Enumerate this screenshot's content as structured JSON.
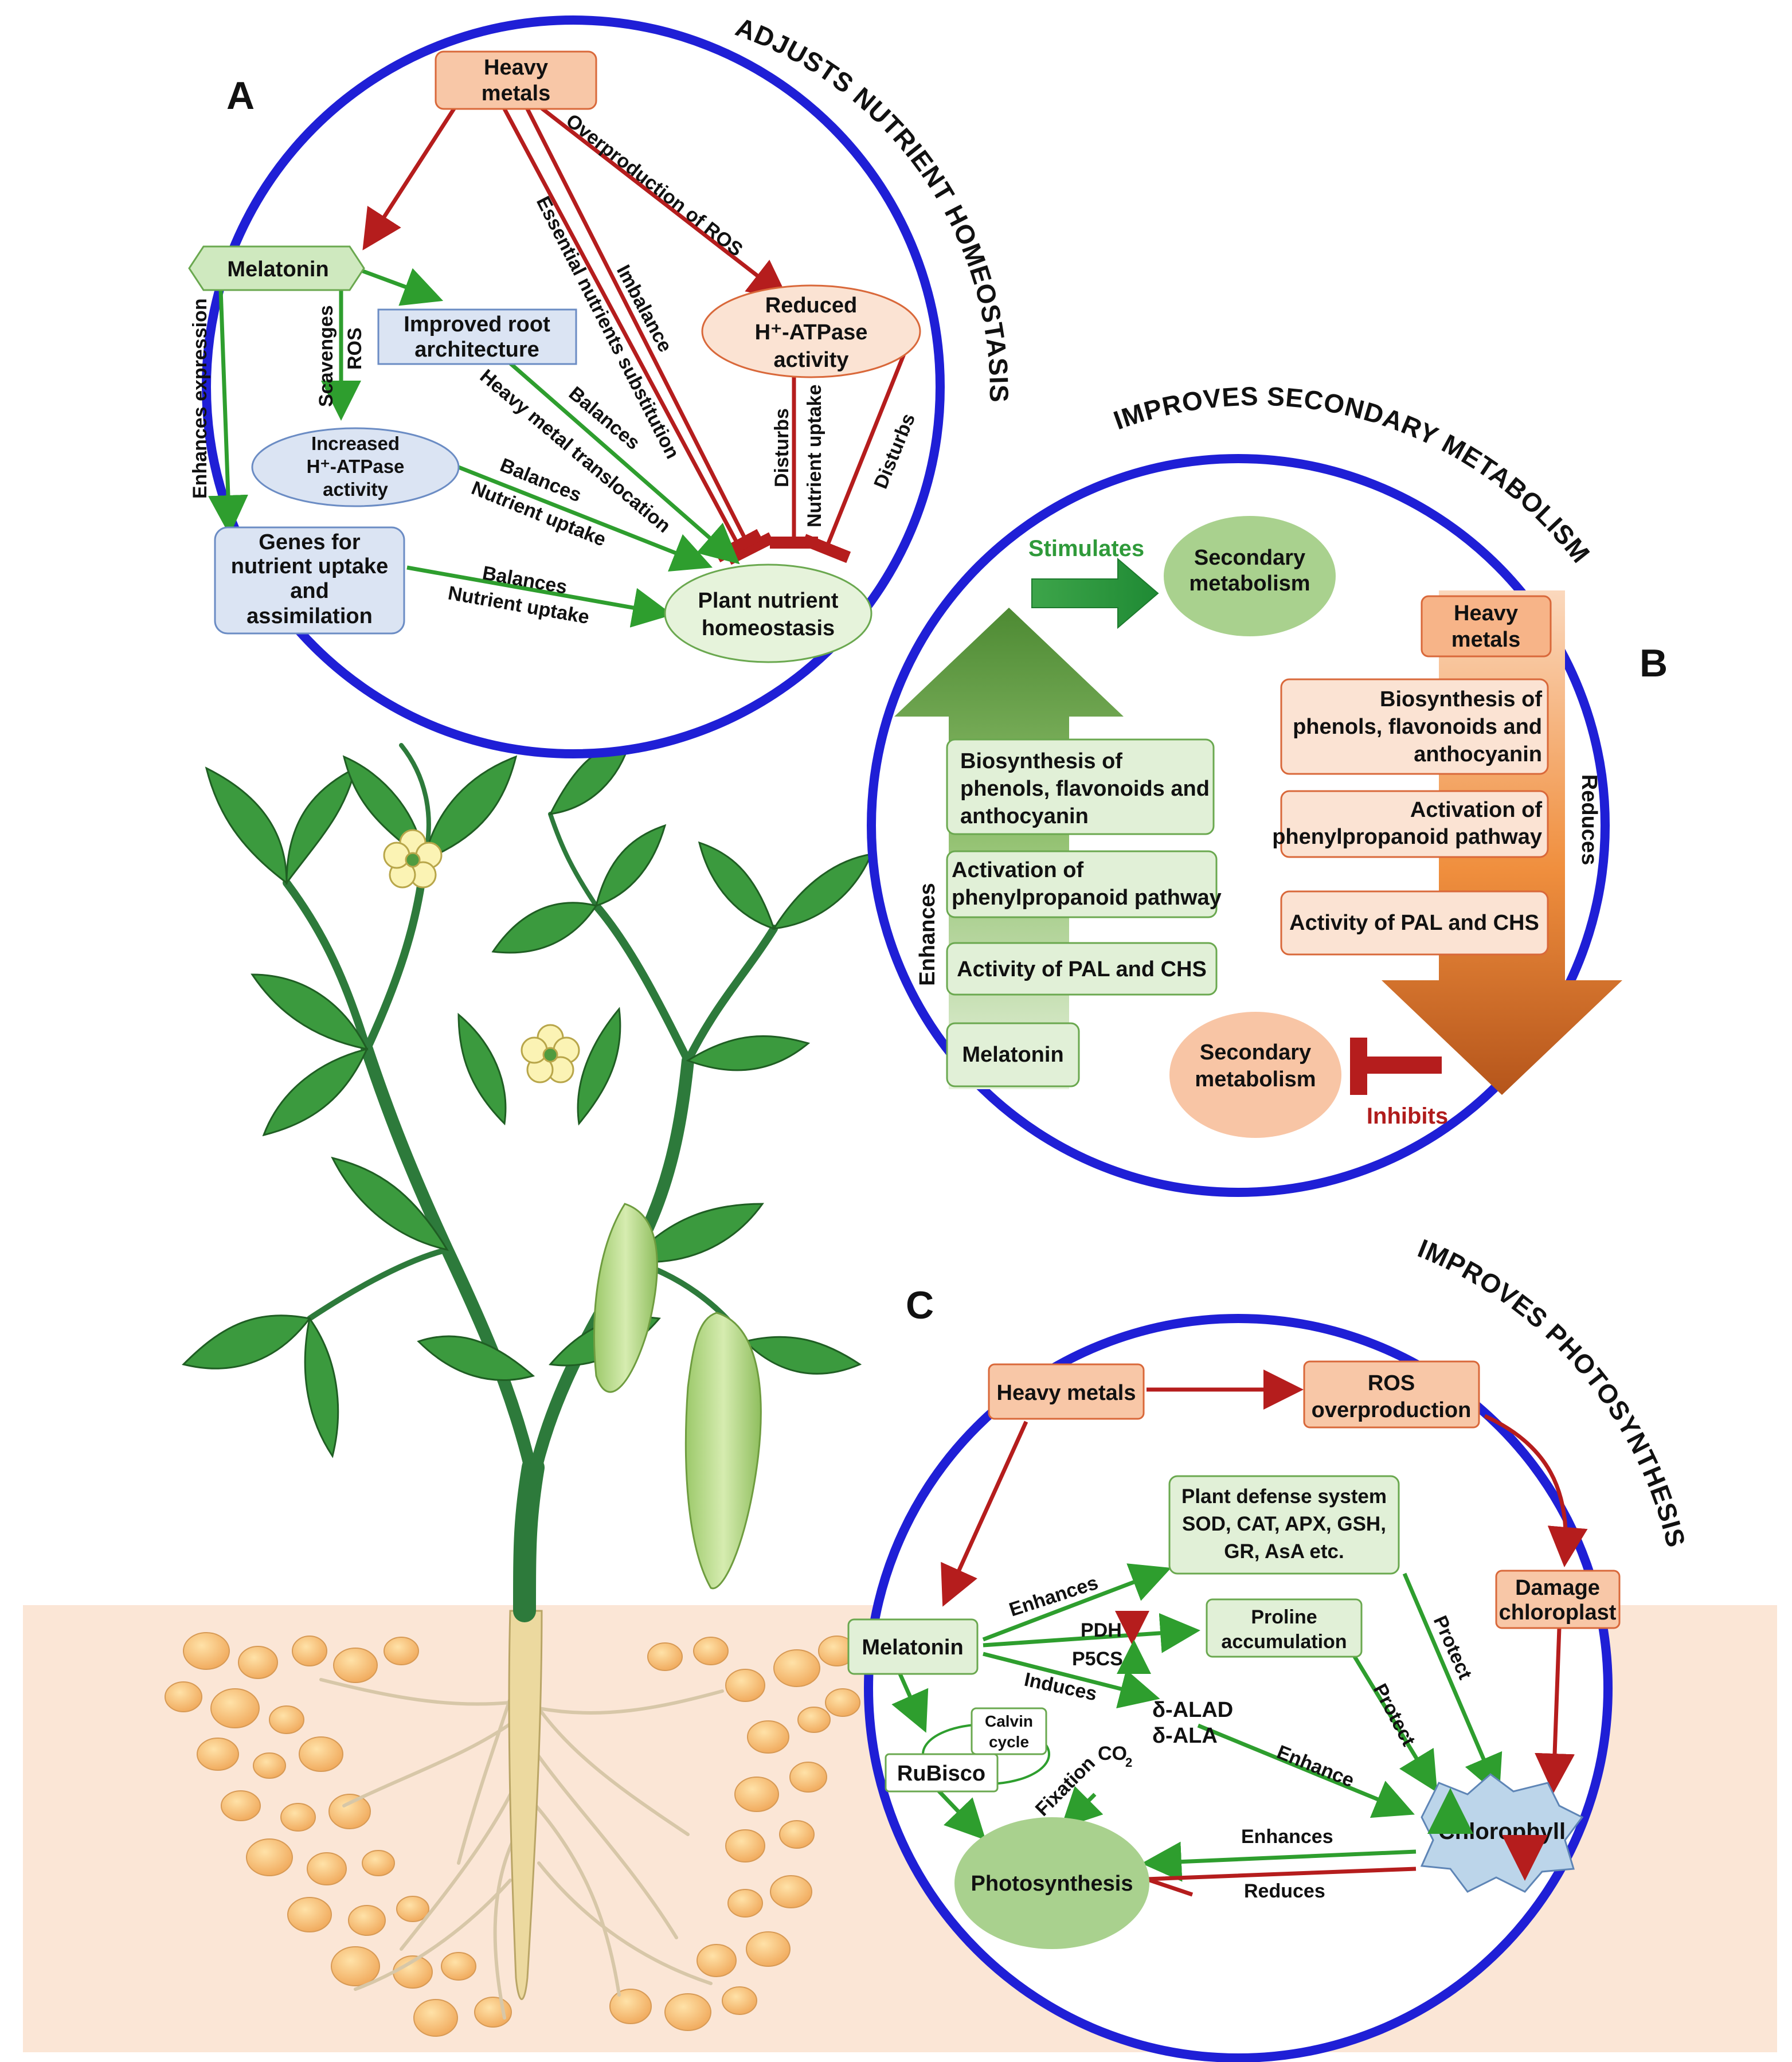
{
  "panels": {
    "a": "A",
    "b": "B",
    "c": "C"
  },
  "titles": {
    "a": "ADJUSTS NUTRIENT HOMEOSTASIS",
    "b": "IMPROVES SECONDARY METABOLISM",
    "c": "IMPROVES PHOTOSYNTHESIS"
  },
  "panel_a": {
    "heavy_metals": [
      "Heavy",
      "metals"
    ],
    "melatonin": "Melatonin",
    "root": [
      "Improved root",
      "architecture"
    ],
    "increased": [
      "Increased",
      "H⁺-ATPase",
      "activity"
    ],
    "genes": [
      "Genes for",
      "nutrient uptake",
      "and",
      "assimilation"
    ],
    "reduced": [
      "Reduced",
      "H⁺-ATPase",
      "activity"
    ],
    "homeostasis": [
      "Plant nutrient",
      "homeostasis"
    ],
    "lbl_overproduction": "Overproduction of ROS",
    "lbl_imbalance": "Imbalance",
    "lbl_essential": "Essential nutrients substitution",
    "lbl_enhances_expression": "Enhances expression",
    "lbl_scavenges": "Scavenges",
    "lbl_ros": "ROS",
    "lbl_balances_root": "Balances",
    "lbl_heavy_translocation": "Heavy metal translocation",
    "lbl_balances_inc": "Balances",
    "lbl_nutrient_uptake_inc": "Nutrient uptake",
    "lbl_balances_genes": "Balances",
    "lbl_nutrient_uptake_genes": "Nutrient uptake",
    "lbl_disturbs_1": "Disturbs",
    "lbl_nutrient_uptake_red": "Nutrient uptake",
    "lbl_disturbs_2": "Disturbs"
  },
  "panel_b": {
    "stimulates": "Stimulates",
    "secondary_top": [
      "Secondary",
      "metabolism"
    ],
    "heavy_metals": [
      "Heavy",
      "metals"
    ],
    "left_boxes": {
      "bio": [
        "Biosynthesis of",
        "phenols, flavonoids and",
        "anthocyanin"
      ],
      "act": [
        "Activation of",
        "phenylpropanoid pathway"
      ],
      "pal": "Activity of PAL and CHS",
      "mel": "Melatonin"
    },
    "right_boxes": {
      "bio": [
        "Biosynthesis of",
        "phenols, flavonoids and",
        "anthocyanin"
      ],
      "act": [
        "Activation of",
        "phenylpropanoid pathway"
      ],
      "pal": "Activity of PAL and CHS"
    },
    "enhances": "Enhances",
    "reduces": "Reduces",
    "secondary_bottom": [
      "Secondary",
      "metabolism"
    ],
    "inhibits": "Inhibits"
  },
  "panel_c": {
    "heavy_metals": "Heavy metals",
    "ros": [
      "ROS",
      "overproduction"
    ],
    "defense": [
      "Plant defense system",
      "SOD, CAT, APX, GSH,",
      "GR, AsA etc."
    ],
    "damage": [
      "Damage",
      "chloroplast"
    ],
    "melatonin": "Melatonin",
    "proline": [
      "Proline",
      "accumulation"
    ],
    "calvin": [
      "Calvin",
      "cycle"
    ],
    "rubisco": "RuBisco",
    "photosynthesis": "Photosynthesis",
    "chlorophyll": "Chlorophyll",
    "lbl_enhances_def": "Enhances",
    "lbl_pdh": "PDH",
    "lbl_p5cs": "P5CS",
    "lbl_induces": "Induces",
    "lbl_alad": "δ-ALAD",
    "lbl_ala": "δ-ALA",
    "lbl_enhance": "Enhance",
    "lbl_protect_1": "Protect",
    "lbl_protect_2": "Protect",
    "lbl_fixation": "Fixation",
    "lbl_co2": "CO",
    "lbl_co2_sub": "2",
    "lbl_enhances_chl": "Enhances",
    "lbl_reduces_chl": "Reduces"
  },
  "colors": {
    "circle": "#1f1fd6",
    "inhibit_red": "#b51d1d",
    "promote_green": "#2e9e2e",
    "orange_box": "#f8c7a7",
    "green_box": "#dcefd3",
    "blue_box": "#dbe4f3"
  }
}
